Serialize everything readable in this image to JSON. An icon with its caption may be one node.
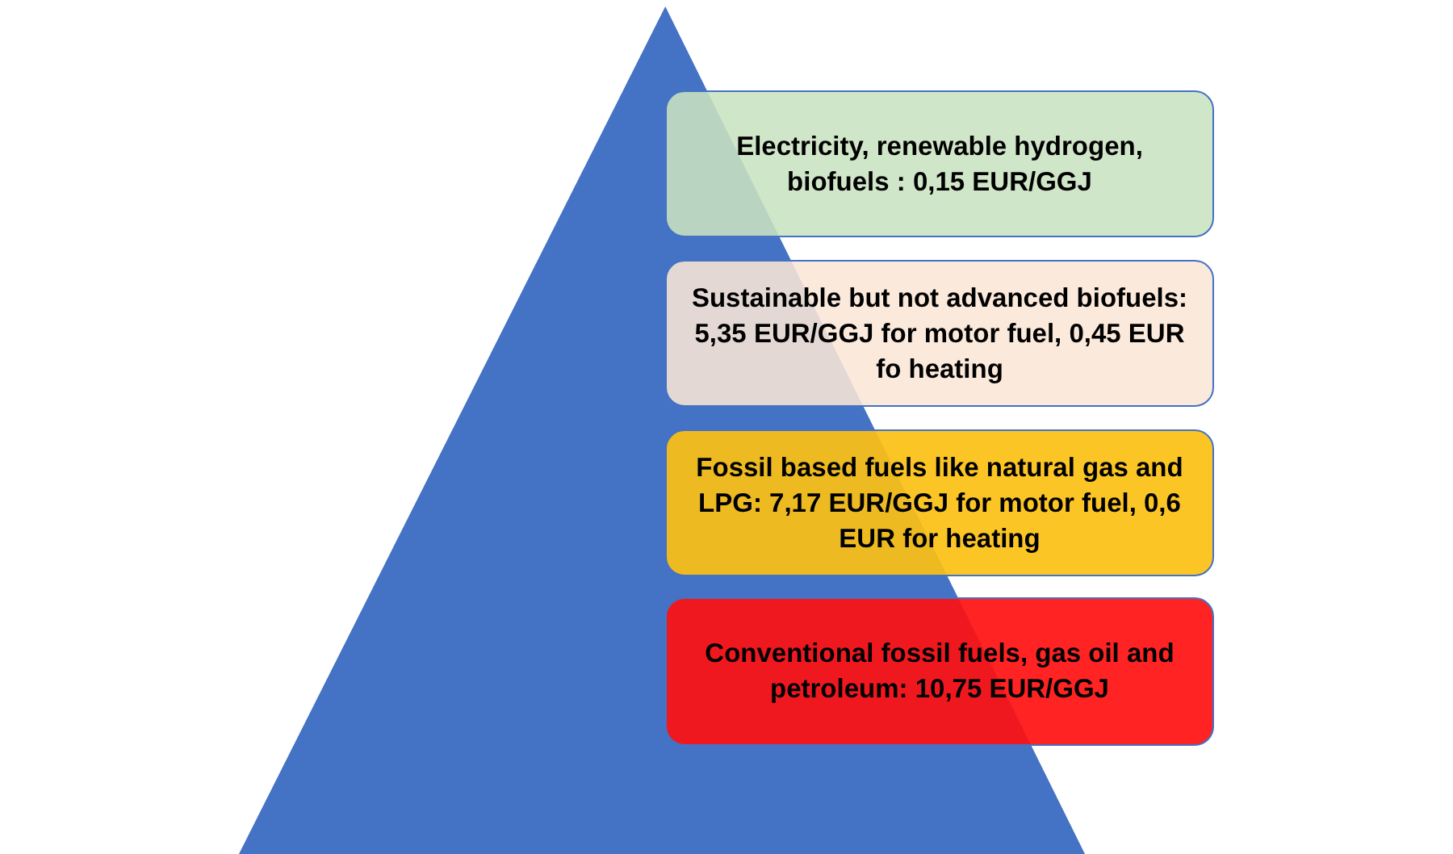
{
  "diagram": {
    "nodes": [
      {
        "text": [],
        "shape": "triangle"
      },
      {
        "text": [
          "Electricity, renewable hydrogen, biofuels : 0,15 EUR/GGJ"
        ]
      },
      {
        "text": [
          "Sustainable but not advanced biofuels: 5,35 EUR/GGJ for motor fuel, 0,45 EUR fo heating"
        ]
      },
      {
        "text": [
          "Fossil based fuels like natural gas and LPG: 7,17 EUR/GGJ for motor fuel, 0,6 EUR for heating"
        ]
      },
      {
        "text": [
          "Conventional fossil fuels, gas oil and petroleum: 10,75 EUR/GGJ"
        ]
      }
    ]
  }
}
